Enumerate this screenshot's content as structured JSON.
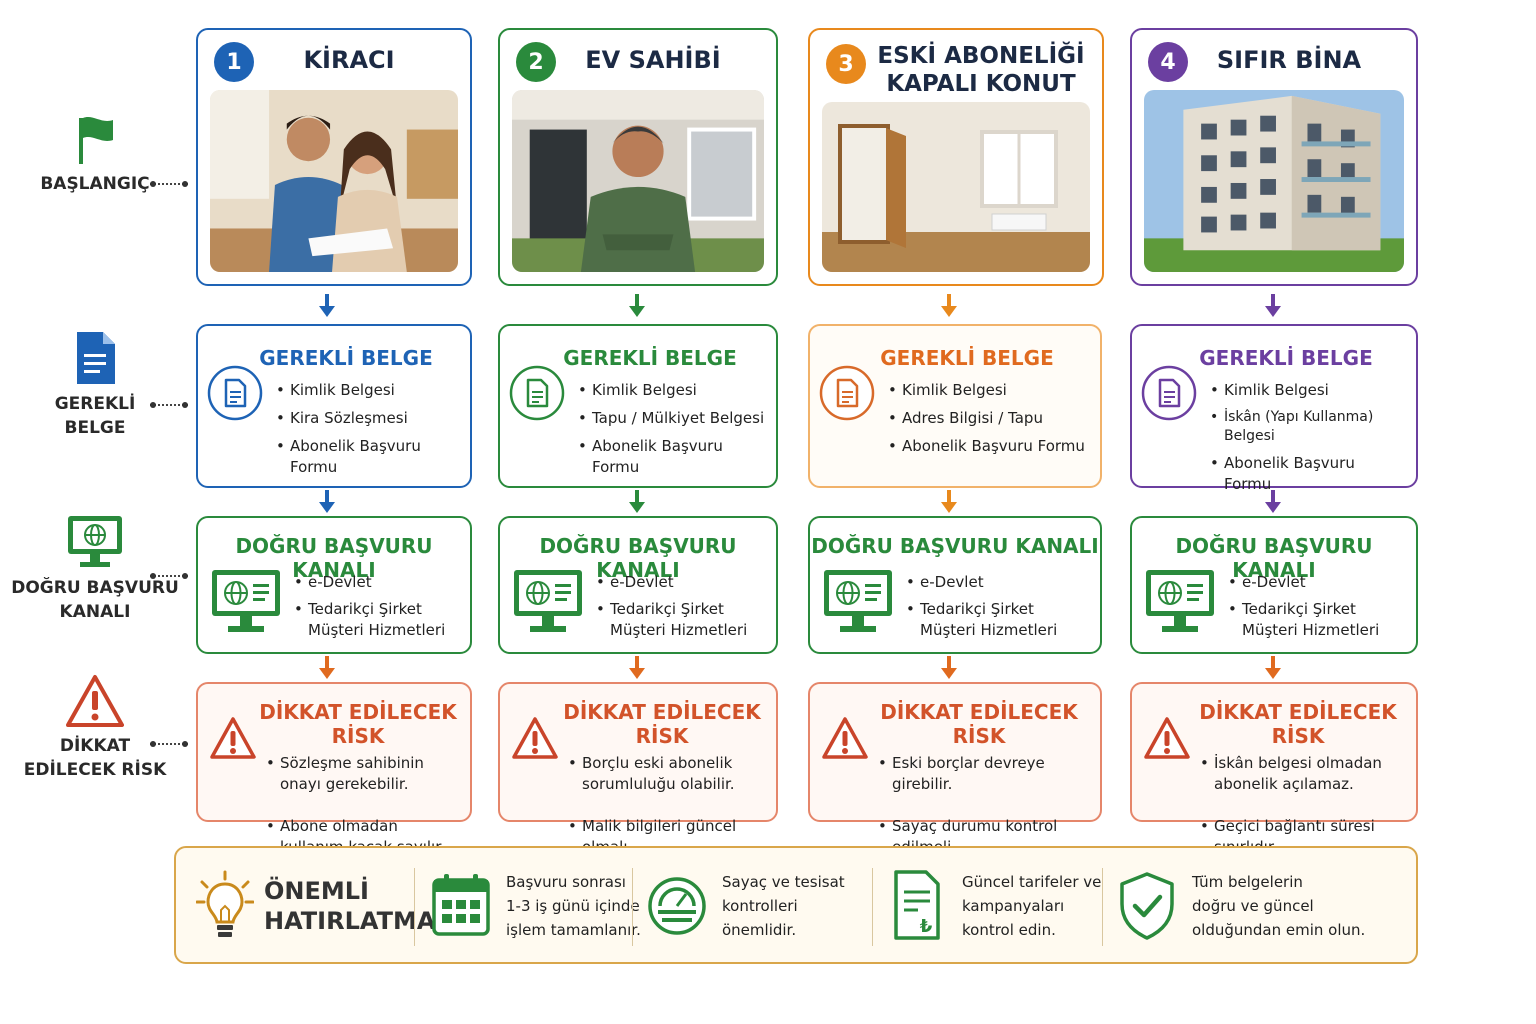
{
  "stages": [
    {
      "label": "BAŞLANGIÇ",
      "icon": "flag-icon"
    },
    {
      "label": "GEREKLİ\nBELGE",
      "icon": "document-icon"
    },
    {
      "label": "DOĞRU BAŞVURU\nKANALI",
      "icon": "monitor-globe-icon"
    },
    {
      "label": "DİKKAT\nEDİLECEK RİSK",
      "icon": "warning-icon"
    }
  ],
  "colors": {
    "blue": "#1e63b5",
    "green": "#2a8a3c",
    "orange": "#e8891d",
    "purple": "#6b3fa0",
    "risk": "#d2532a",
    "gold": "#d9a64a"
  },
  "columns": [
    {
      "number": "1",
      "title": "KİRACI",
      "photo": "couple-signing-photo",
      "doc_title": "GEREKLİ BELGE",
      "docs": [
        "Kimlik Belgesi",
        "Kira Sözleşmesi",
        "Abonelik Başvuru Formu"
      ],
      "channel_title": "DOĞRU BAŞVURU KANALI",
      "channels": [
        "e-Devlet",
        "Tedarikçi Şirket\nMüşteri Hizmetleri"
      ],
      "risk_title": "DİKKAT EDİLECEK RİSK",
      "risks": [
        "Sözleşme sahibinin\nonayı gerekebilir.",
        "Abone olmadan\nkullanım kaçak sayılır."
      ]
    },
    {
      "number": "2",
      "title": "EV SAHİBİ",
      "photo": "homeowner-photo",
      "doc_title": "GEREKLİ BELGE",
      "docs": [
        "Kimlik Belgesi",
        "Tapu / Mülkiyet Belgesi",
        "Abonelik Başvuru Formu"
      ],
      "channel_title": "DOĞRU BAŞVURU KANALI",
      "channels": [
        "e-Devlet",
        "Tedarikçi Şirket\nMüşteri Hizmetleri"
      ],
      "risk_title": "DİKKAT EDİLECEK RİSK",
      "risks": [
        "Borçlu eski abonelik\nsorumluluğu olabilir.",
        "Malik bilgileri güncel\nolmalı."
      ]
    },
    {
      "number": "3",
      "title": "ESKİ ABONELİĞİ\nKAPALI KONUT",
      "photo": "empty-room-photo",
      "doc_title": "GEREKLİ BELGE",
      "docs": [
        "Kimlik Belgesi",
        "Adres Bilgisi / Tapu",
        "Abonelik Başvuru Formu"
      ],
      "channel_title": "DOĞRU BAŞVURU KANALI",
      "channels": [
        "e-Devlet",
        "Tedarikçi Şirket\nMüşteri Hizmetleri"
      ],
      "risk_title": "DİKKAT EDİLECEK RİSK",
      "risks": [
        "Eski borçlar devreye\ngirebilir.",
        "Sayaç durumu kontrol\nedilmeli."
      ]
    },
    {
      "number": "4",
      "title": "SIFIR BİNA",
      "photo": "new-building-photo",
      "doc_title": "GEREKLİ BELGE",
      "docs": [
        "Kimlik Belgesi",
        "İskân (Yapı Kullanma)\nBelgesi",
        "Abonelik Başvuru Formu"
      ],
      "channel_title": "DOĞRU BAŞVURU KANALI",
      "channels": [
        "e-Devlet",
        "Tedarikçi Şirket\nMüşteri Hizmetleri"
      ],
      "risk_title": "DİKKAT EDİLECEK RİSK",
      "risks": [
        "İskân belgesi olmadan\nabonelik açılamaz.",
        "Geçici bağlantı süresi\nsınırlıdır."
      ]
    }
  ],
  "reminder": {
    "title": "ÖNEMLİ\nHATIRLATMA",
    "items": [
      {
        "icon": "calendar-icon",
        "text": "Başvuru sonrası\n1-3 iş günü içinde\nişlem tamamlanır."
      },
      {
        "icon": "meter-icon",
        "text": "Sayaç ve tesisat\nkontrolleri\nönemlidir."
      },
      {
        "icon": "tariff-document-icon",
        "text": "Güncel tarifeler ve\nkampanyaları\nkontrol edin."
      },
      {
        "icon": "shield-check-icon",
        "text": "Tüm belgelerin\ndoğru ve güncel\nolduğundan emin olun."
      }
    ]
  }
}
